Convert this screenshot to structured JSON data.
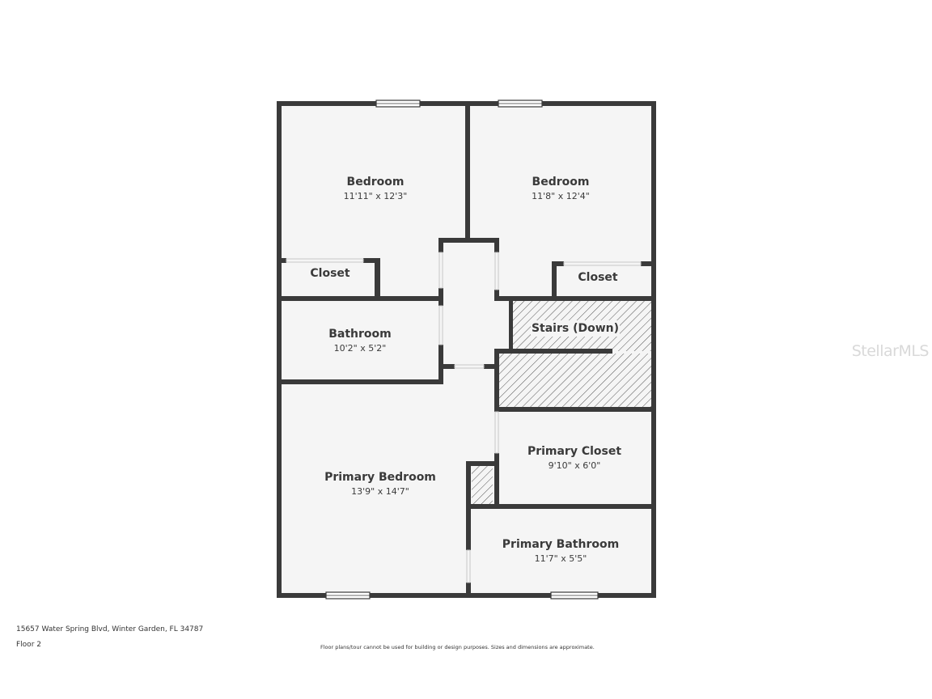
{
  "rooms": [
    {
      "name": "Bedroom",
      "dims": "11'11\" x 12'3\""
    },
    {
      "name": "Bedroom",
      "dims": "11'8\" x 12'4\""
    },
    {
      "name": "Closet",
      "dims": ""
    },
    {
      "name": "Closet",
      "dims": ""
    },
    {
      "name": "Bathroom",
      "dims": "10'2\" x 5'2\""
    },
    {
      "name": "Stairs (Down)",
      "dims": ""
    },
    {
      "name": "Primary Closet",
      "dims": "9'10\" x 6'0\""
    },
    {
      "name": "Primary Bedroom",
      "dims": "13'9\" x 14'7\""
    },
    {
      "name": "Primary Bathroom",
      "dims": "11'7\" x 5'5\""
    }
  ],
  "watermark": "StellarMLS",
  "footer": {
    "address": "15657 Water Spring Blvd, Winter Garden, FL 34787",
    "floor": "Floor 2",
    "disclaimer": "Floor plans/tour cannot be used for building or design purposes. Sizes and dimensions are approximate."
  },
  "colors": {
    "wall": "#3a3a3a",
    "floor": "#f5f5f5",
    "hatch": "#555555",
    "watermark": "#d9d9d9"
  }
}
